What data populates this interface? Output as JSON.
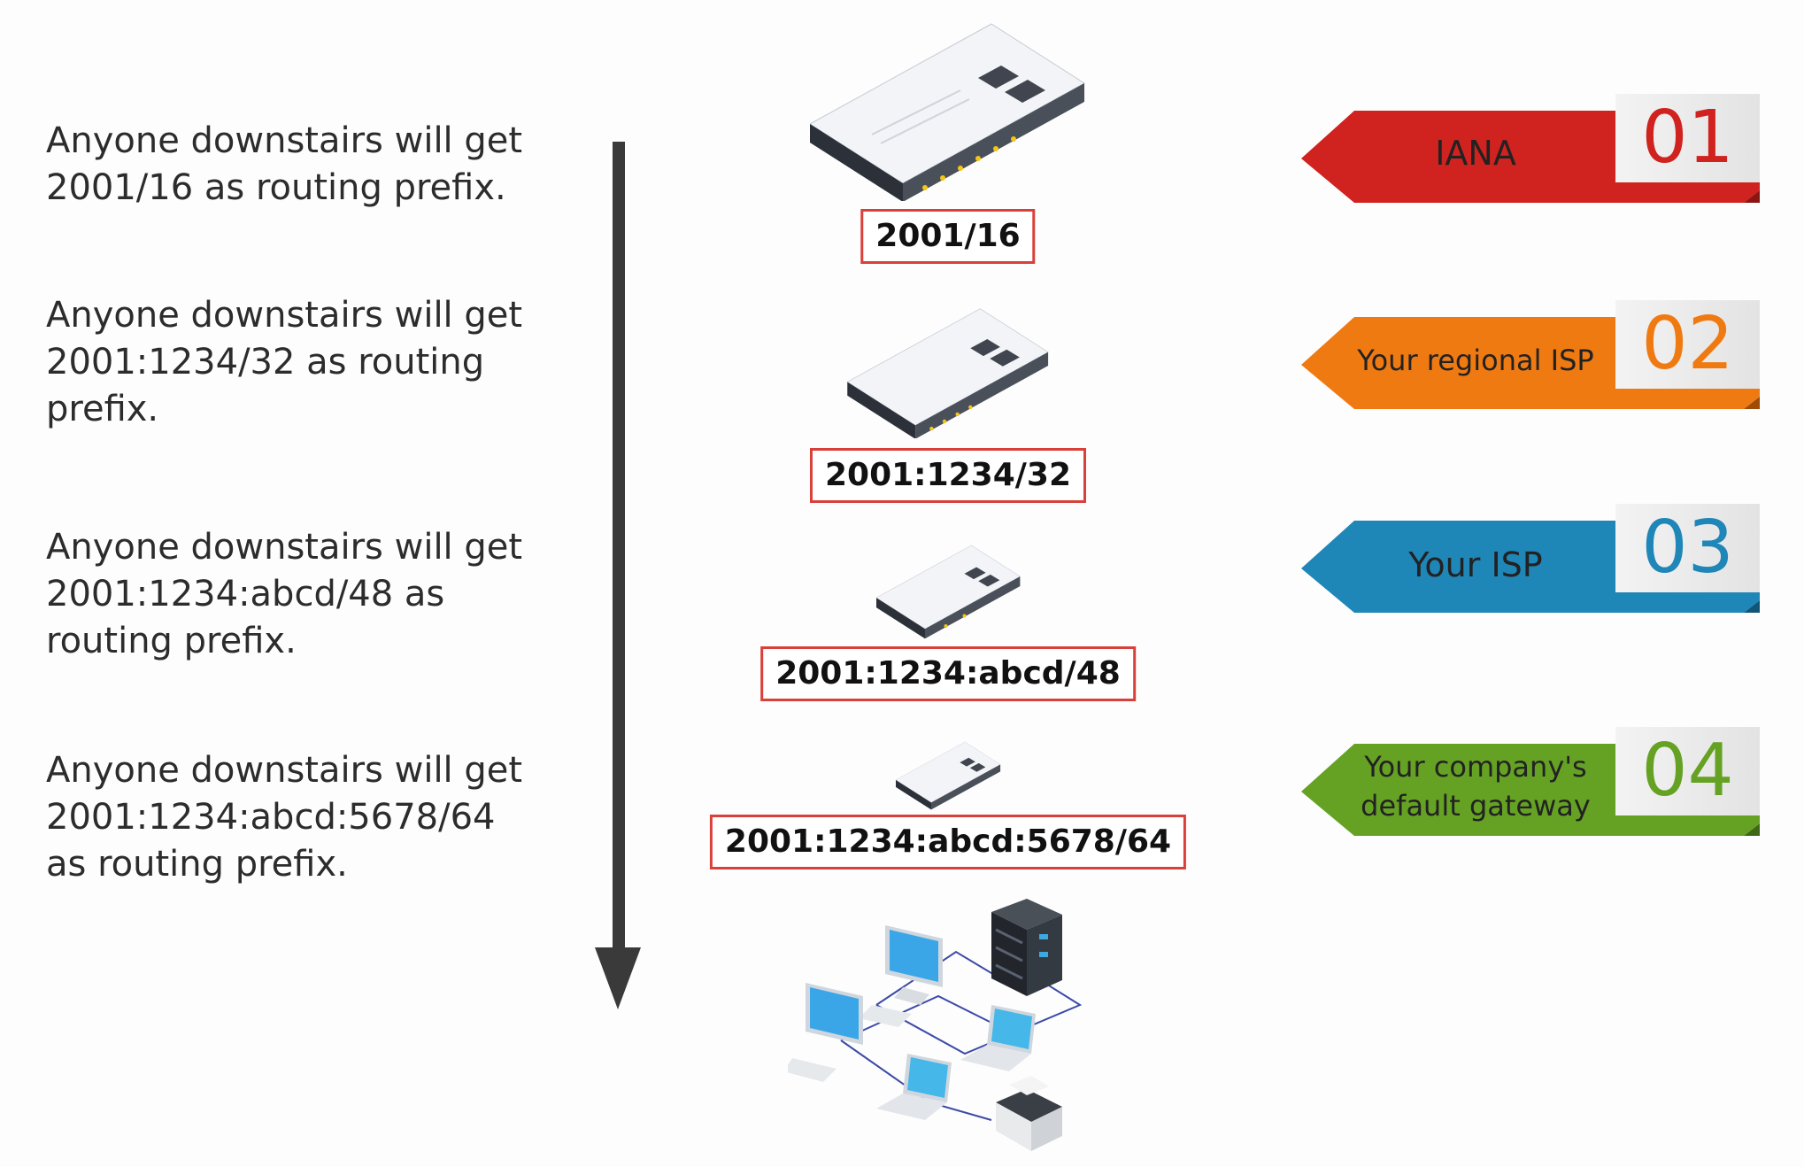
{
  "levels": [
    {
      "description": [
        "Anyone downstairs will get",
        "2001/16 as routing prefix."
      ],
      "prefix": "2001/16",
      "tag_label": "IANA",
      "tag_number": "01",
      "tag_color": "#d0221e"
    },
    {
      "description": [
        "Anyone downstairs will get",
        "2001:1234/32 as routing",
        "prefix."
      ],
      "prefix": "2001:1234/32",
      "tag_label": "Your regional ISP",
      "tag_number": "02",
      "tag_color": "#f07a12"
    },
    {
      "description": [
        "Anyone downstairs will get",
        "2001:1234:abcd/48 as",
        "routing prefix."
      ],
      "prefix": "2001:1234:abcd/48",
      "tag_label": "Your ISP",
      "tag_number": "03",
      "tag_color": "#1f86b8"
    },
    {
      "description": [
        "Anyone downstairs will get",
        "2001:1234:abcd:5678/64",
        "as routing prefix."
      ],
      "prefix": "2001:1234:abcd:5678/64",
      "tag_label": "Your company's\ndefault gateway",
      "tag_number": "04",
      "tag_color": "#65a224"
    }
  ],
  "icons": {
    "router": "router-icon",
    "network": "local-network-icon",
    "arrow": "down-arrow-icon"
  }
}
